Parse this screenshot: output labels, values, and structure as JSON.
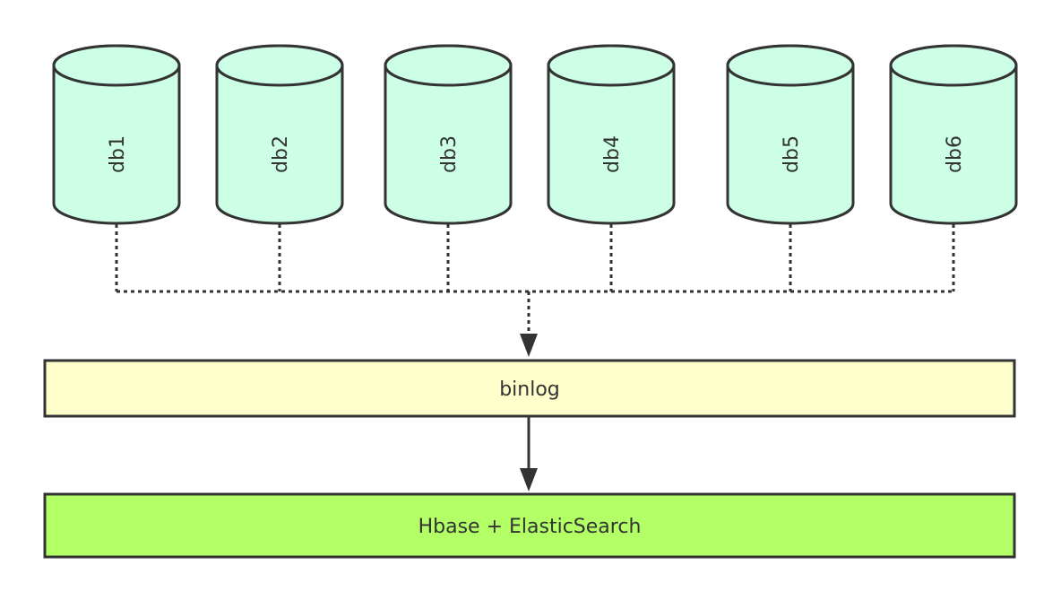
{
  "databases": [
    {
      "label": "db1"
    },
    {
      "label": "db2"
    },
    {
      "label": "db3"
    },
    {
      "label": "db4"
    },
    {
      "label": "db5"
    },
    {
      "label": "db6"
    }
  ],
  "binlog": {
    "label": "binlog"
  },
  "storage": {
    "label": "Hbase + ElasticSearch"
  },
  "colors": {
    "cylinder_fill": "#ccffe6",
    "binlog_fill": "#ffffcc",
    "storage_fill": "#b3ff66",
    "stroke": "#333333"
  }
}
